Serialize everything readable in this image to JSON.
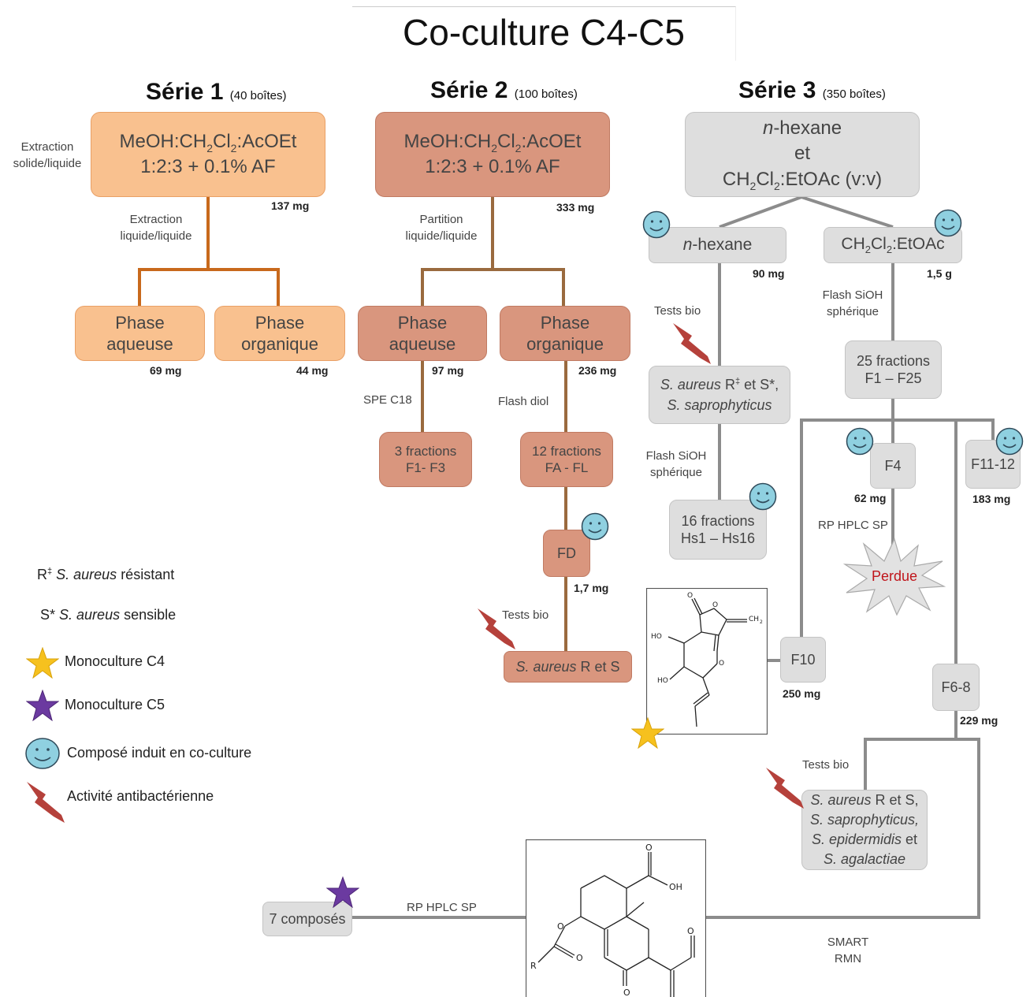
{
  "title": "Co-culture C4-C5",
  "series": [
    {
      "name": "Série 1",
      "count": "(40 boîtes)"
    },
    {
      "name": "Série 2",
      "count": "(100 boîtes)"
    },
    {
      "name": "Série 3",
      "count": "(350 boîtes)"
    }
  ],
  "s1": {
    "side_label_1": "Extraction",
    "side_label_2": "solide/liquide",
    "extract_line1": "MeOH:CH",
    "extract_line1b": "Cl",
    "extract_line1c": ":AcOEt",
    "extract_line2": "1:2:3 + 0.1% AF",
    "sub2": "2",
    "mass": "137 mg",
    "step_1": "Extraction",
    "step_2": "liquide/liquide",
    "aq_1": "Phase",
    "aq_2": "aqueuse",
    "aq_mass": "69 mg",
    "org_1": "Phase",
    "org_2": "organique",
    "org_mass": "44 mg"
  },
  "s2": {
    "extract_line1": "MeOH:CH",
    "extract_line1b": "Cl",
    "extract_line1c": ":AcOEt",
    "extract_line2": "1:2:3 + 0.1% AF",
    "sub2": "2",
    "mass": "333 mg",
    "step_1": "Partition",
    "step_2": "liquide/liquide",
    "aq_1": "Phase",
    "aq_2": "aqueuse",
    "aq_mass": "97 mg",
    "org_1": "Phase",
    "org_2": "organique",
    "org_mass": "236 mg",
    "spe": "SPE C18",
    "flash": "Flash diol",
    "fr3_1": "3 fractions",
    "fr3_2": "F1- F3",
    "fr12_1": "12 fractions",
    "fr12_2": "FA - FL",
    "fd": "FD",
    "fd_mass": "1,7 mg",
    "tests": "Tests bio",
    "result_italic": "S. aureus",
    "result_rest": " R et S"
  },
  "s3": {
    "top_1": "n",
    "top_1b": "-hexane",
    "top_2": "et",
    "top_3a": "CH",
    "top_3b": "Cl",
    "top_3c": ":EtOAc (v:v)",
    "sub2": "2",
    "hex_a": "n",
    "hex_b": "-hexane",
    "hex_mass": "90 mg",
    "dcm_a": "CH",
    "dcm_b": "Cl",
    "dcm_c": ":EtOAc",
    "dcm_mass": "1,5 g",
    "tests1": "Tests bio",
    "hex_res_1a": "S. aureus",
    "hex_res_1b": " R",
    "hex_res_sup": "‡",
    "hex_res_1c": " et S*,",
    "hex_res_2": "S. saprophyticus",
    "flash_1": "Flash SiOH",
    "flash_2": "sphérique",
    "hs_1": "16 fractions",
    "hs_2": "Hs1 – Hs16",
    "flash2_1": "Flash SiOH",
    "flash2_2": "sphérique",
    "f25_1": "25 fractions",
    "f25_2": "F1 – F25",
    "f4": "F4",
    "f4_mass": "62 mg",
    "f1112": "F11-12",
    "f1112_mass": "183 mg",
    "rphplc": "RP HPLC SP",
    "perdue": "Perdue",
    "f10": "F10",
    "f10_mass": "250 mg",
    "f68": "F6-8",
    "f68_mass": "229 mg",
    "tests2": "Tests bio",
    "res2_1a": "S. aureus",
    "res2_1b": " R et S,",
    "res2_2": "S. saprophyticus,",
    "res2_3a": "S. epidermidis",
    "res2_3b": " et",
    "res2_4": "S. agalactiae",
    "rphplc2": "RP HPLC SP",
    "seven": "7 composés",
    "smart_1": "SMART",
    "smart_2": "RMN"
  },
  "legend": {
    "r_sup": "R",
    "r_dag": "‡",
    "r_italic": "S. aureus",
    "r_rest": " résistant",
    "s_sup": "S*",
    "s_italic": "S. aureus",
    "s_rest": " sensible",
    "mono_c4": "Monoculture C4",
    "mono_c5": "Monoculture C5",
    "induced": "Composé induit en co-culture",
    "activity": "Activité antibactérienne"
  },
  "colors": {
    "serie1": "#f9c18f",
    "serie1_line": "#c8691c",
    "serie2": "#d9967e",
    "serie2_line": "#9a6a3e",
    "serie3": "#dedede",
    "serie3_line": "#8c8c8c",
    "smiley": "#8fd0e0",
    "bolt": "#b5413b",
    "star_c4": "#f6c11e",
    "star_c5": "#6b3aa0",
    "perdue": "#c0151b"
  }
}
